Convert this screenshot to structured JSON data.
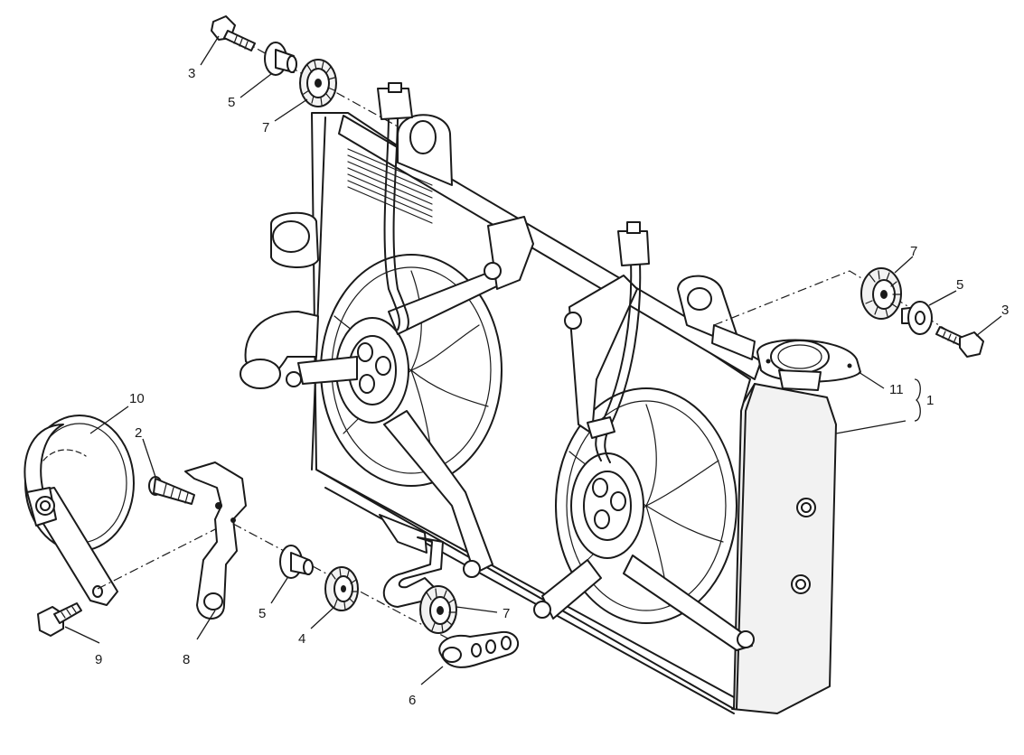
{
  "diagram": {
    "colors": {
      "line": "#1a1a1a",
      "background": "#ffffff",
      "fill": "#f2f2f2"
    },
    "callouts": {
      "c1": "1",
      "c2": "2",
      "c3a": "3",
      "c3b": "3",
      "c4": "4",
      "c5a": "5",
      "c5b": "5",
      "c5c": "5",
      "c6": "6",
      "c7a": "7",
      "c7b": "7",
      "c7c": "7",
      "c8": "8",
      "c9": "9",
      "c10": "10",
      "c11": "11"
    }
  }
}
